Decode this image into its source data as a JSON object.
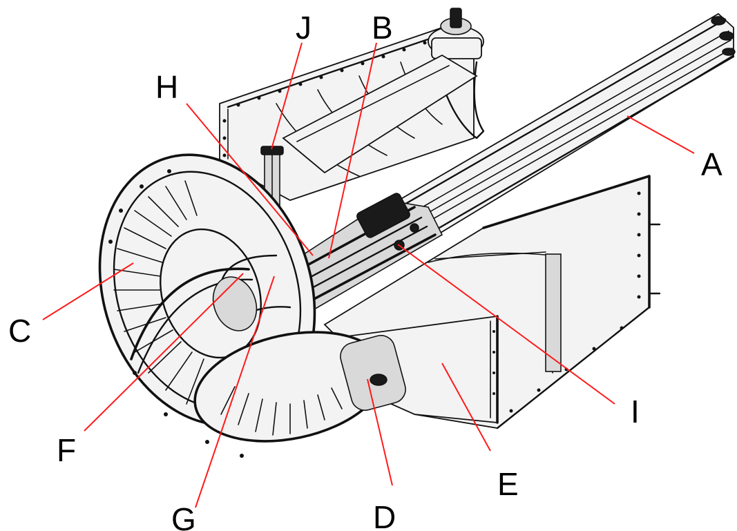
{
  "labels": [
    {
      "id": "A",
      "text": "A"
    },
    {
      "id": "B",
      "text": "B"
    },
    {
      "id": "C",
      "text": "C"
    },
    {
      "id": "D",
      "text": "D"
    },
    {
      "id": "E",
      "text": "E"
    },
    {
      "id": "F",
      "text": "F"
    },
    {
      "id": "G",
      "text": "G"
    },
    {
      "id": "H",
      "text": "H"
    },
    {
      "id": "I",
      "text": "I"
    },
    {
      "id": "J",
      "text": "J"
    }
  ],
  "colors": {
    "leader_line": "#ff1a1a",
    "label_text": "#000000",
    "drawing_ink": "#111111",
    "background": "#ffffff"
  }
}
